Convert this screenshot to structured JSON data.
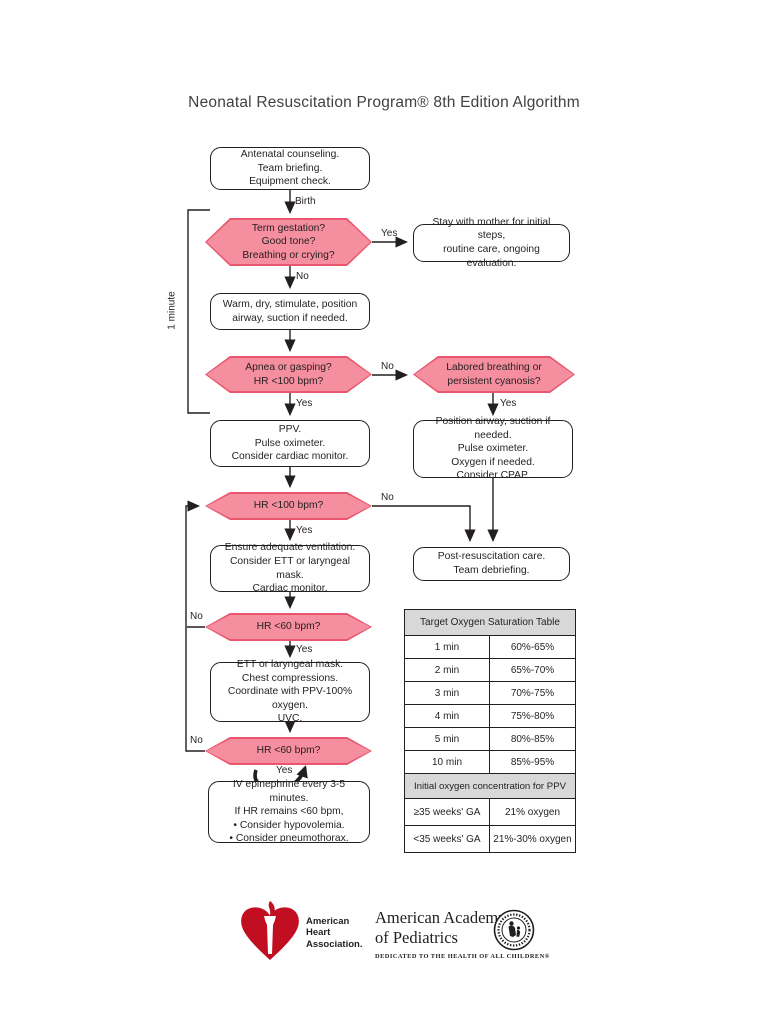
{
  "title": "Neonatal Resuscitation Program® 8th Edition Algorithm",
  "labels": {
    "birth": "Birth",
    "yes": "Yes",
    "no": "No",
    "one_minute": "1 minute"
  },
  "nodes": {
    "antenatal": "Antenatal counseling.\nTeam briefing.\nEquipment check.",
    "term_gestation": "Term gestation?\nGood tone?\nBreathing or crying?",
    "stay_with_mother": "Stay with mother for initial steps,\nroutine care, ongoing evaluation.",
    "warm_dry": "Warm, dry, stimulate, position\nairway, suction if needed.",
    "apnea_gasping": "Apnea or gasping?\nHR <100 bpm?",
    "labored_breathing": "Labored breathing or\npersistent cyanosis?",
    "ppv": "PPV.\nPulse oximeter.\nConsider cardiac monitor.",
    "position_airway": "Position airway, suction if needed.\nPulse oximeter.\nOxygen if needed.\nConsider CPAP.",
    "hr_100": "HR <100 bpm?",
    "ensure_ventilation": "Ensure adequate ventilation.\nConsider ETT or laryngeal mask.\nCardiac monitor.",
    "post_resuscitation": "Post-resuscitation care.\nTeam debriefing.",
    "hr_60_first": "HR <60 bpm?",
    "ett_compressions": "ETT or laryngeal mask.\nChest compressions.\nCoordinate with PPV-100% oxygen.\nUVC.",
    "hr_60_second": "HR <60 bpm?",
    "epinephrine": "IV epinephrine every 3-5 minutes.\nIf HR remains <60 bpm,\n• Consider hypovolemia.\n• Consider pneumothorax."
  },
  "oxygen_table": {
    "title": "Target Oxygen Saturation Table",
    "rows": [
      {
        "time": "1 min",
        "range": "60%-65%"
      },
      {
        "time": "2 min",
        "range": "65%-70%"
      },
      {
        "time": "3 min",
        "range": "70%-75%"
      },
      {
        "time": "4 min",
        "range": "75%-80%"
      },
      {
        "time": "5 min",
        "range": "80%-85%"
      },
      {
        "time": "10 min",
        "range": "85%-95%"
      }
    ],
    "ppv_title": "Initial oxygen concentration for PPV",
    "ppv_rows": [
      {
        "ga": "≥35 weeks' GA",
        "oxygen": "21% oxygen"
      },
      {
        "ga": "<35 weeks' GA",
        "oxygen": "21%-30% oxygen"
      }
    ]
  },
  "footer": {
    "aha_name": "American\nHeart\nAssociation.",
    "aap_name": "American Academy\nof Pediatrics",
    "aap_tagline": "DEDICATED TO THE HEALTH OF ALL CHILDREN®"
  },
  "colors": {
    "hex_fill": "#f58e9e",
    "hex_border": "#e9566e",
    "line": "#231f20",
    "table_header_bg": "#d8d8d8",
    "aha_red": "#c10e21"
  }
}
